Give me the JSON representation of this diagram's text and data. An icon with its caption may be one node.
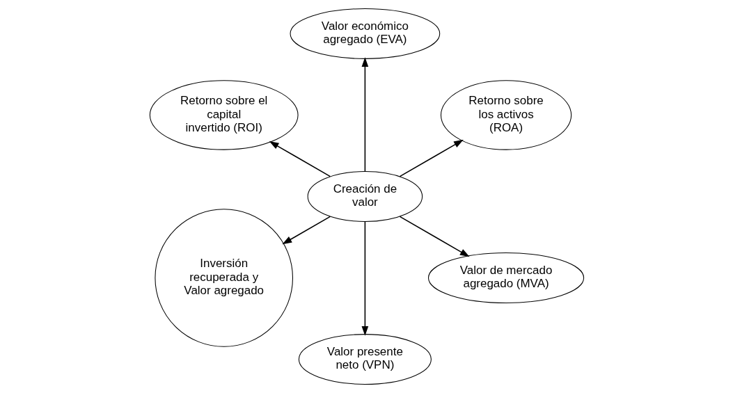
{
  "diagram": {
    "nodes": [
      {
        "text": [
          "Creación de valor"
        ]
      },
      {
        "text": [
          "Retorno sobre los activos (ROA)"
        ]
      },
      {
        "text": [
          "Valor económico agregado (EVA)"
        ]
      },
      {
        "text": [
          "Retorno sobre el capital invertido (ROI)"
        ]
      },
      {
        "text": [
          "Inversión recuperada y Valor agregado"
        ]
      },
      {
        "text": [
          "Valor presente neto (VPN)"
        ]
      },
      {
        "text": [
          "Valor de mercado agregado (MVA)"
        ]
      }
    ],
    "edges": [
      {
        "from": 0,
        "to": 1,
        "arrow": "to"
      },
      {
        "from": 0,
        "to": 2,
        "arrow": "to"
      },
      {
        "from": 0,
        "to": 3,
        "arrow": "to"
      },
      {
        "from": 0,
        "to": 4,
        "arrow": "to"
      },
      {
        "from": 0,
        "to": 5,
        "arrow": "to"
      },
      {
        "from": 0,
        "to": 6,
        "arrow": "to"
      }
    ]
  }
}
